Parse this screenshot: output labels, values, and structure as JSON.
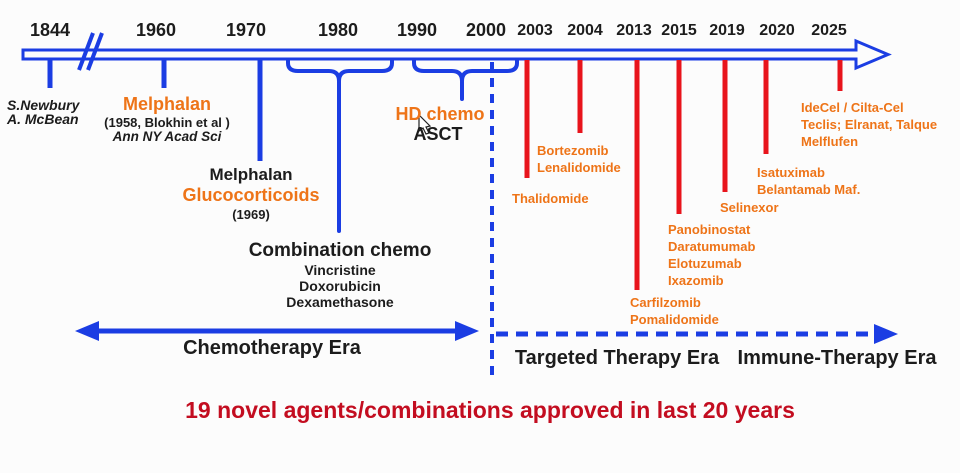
{
  "colors": {
    "axis_blue": "#1b3de3",
    "approval_red": "#e8141c",
    "drug_orange": "#ee7418",
    "footer_dark_red": "#c30d20",
    "text_black": "#1c1c1c"
  },
  "axis_years": [
    "1844",
    "1960",
    "1970",
    "1980",
    "1990",
    "2000",
    "2003",
    "2004",
    "2013",
    "2015",
    "2019",
    "2020",
    "2025"
  ],
  "annotations": {
    "pioneers": {
      "line1": "S.Newbury",
      "line2": "A. McBean"
    },
    "melphalan_1958": {
      "title": "Melphalan",
      "detail": "(1958, Blokhin et al )",
      "source": "Ann NY Acad Sci"
    },
    "melphalan_1969": {
      "drug1": "Melphalan",
      "drug2": "Glucocorticoids",
      "year": "(1969)"
    },
    "combination_chemo": {
      "title": "Combination chemo",
      "drugs": [
        "Vincristine",
        "Doxorubicin",
        "Dexamethasone"
      ]
    },
    "hd_chemo": {
      "line1": "HD chemo",
      "line2": "ASCT"
    },
    "approvals_2003": [
      "Thalidomide"
    ],
    "approvals_2004": [
      "Bortezomib",
      "Lenalidomide"
    ],
    "approvals_2013": [
      "Carfilzomib",
      "Pomalidomide"
    ],
    "approvals_2015": [
      "Panobinostat",
      "Daratumumab",
      "Elotuzumab",
      "Ixazomib"
    ],
    "approvals_2019": [
      "Selinexor"
    ],
    "approvals_2020": [
      "Isatuximab",
      "Belantamab Maf."
    ],
    "approvals_2025": [
      "IdeCel / Cilta-Cel",
      "Teclis; Elranat, Talque",
      "Melflufen"
    ]
  },
  "eras": {
    "chemotherapy": "Chemotherapy Era",
    "targeted": "Targeted Therapy Era",
    "immune": "Immune-Therapy Era"
  },
  "footer": "19 novel agents/combinations  approved in last 20 years"
}
